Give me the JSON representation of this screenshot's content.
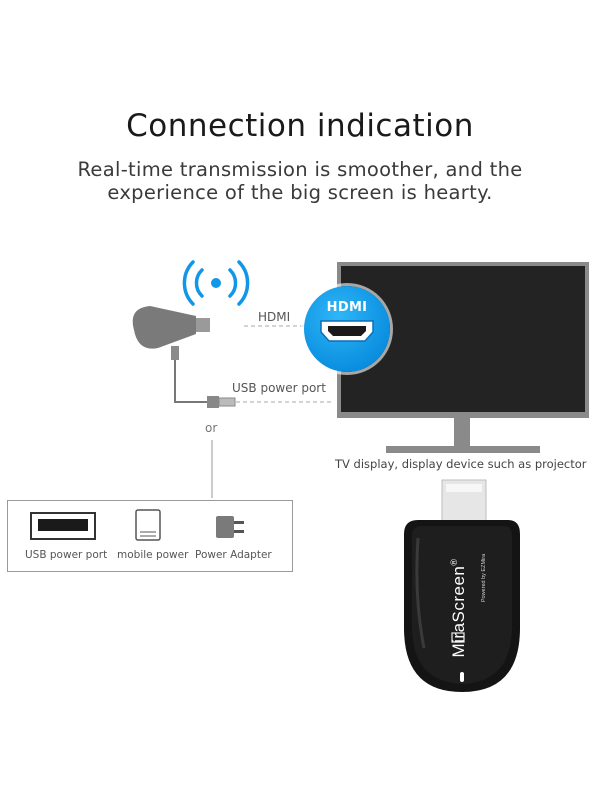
{
  "header": {
    "title": "Connection indication",
    "subtitle_line1": "Real-time transmission is smoother, and the",
    "subtitle_line2": "experience of the big screen is hearty."
  },
  "diagram": {
    "hdmi_label": "HDMI",
    "hdmi_badge_text": "HDMI",
    "usb_label": "USB power port",
    "or_label": "or",
    "tv_caption": "TV display, display device such as projector",
    "power_options": [
      {
        "label": "USB power port",
        "icon": "usb-port-icon"
      },
      {
        "label": "mobile power",
        "icon": "power-bank-icon"
      },
      {
        "label": "Power Adapter",
        "icon": "power-adapter-icon"
      }
    ],
    "device": {
      "brand": "MiraScreen",
      "brand_mark": "®",
      "powered_by": "Powered by EZMira"
    }
  },
  "colors": {
    "accent_blue": "#1296e8",
    "tv_screen": "#222222",
    "tv_frame": "#8a8a8a",
    "dongle_body": "#111111"
  }
}
